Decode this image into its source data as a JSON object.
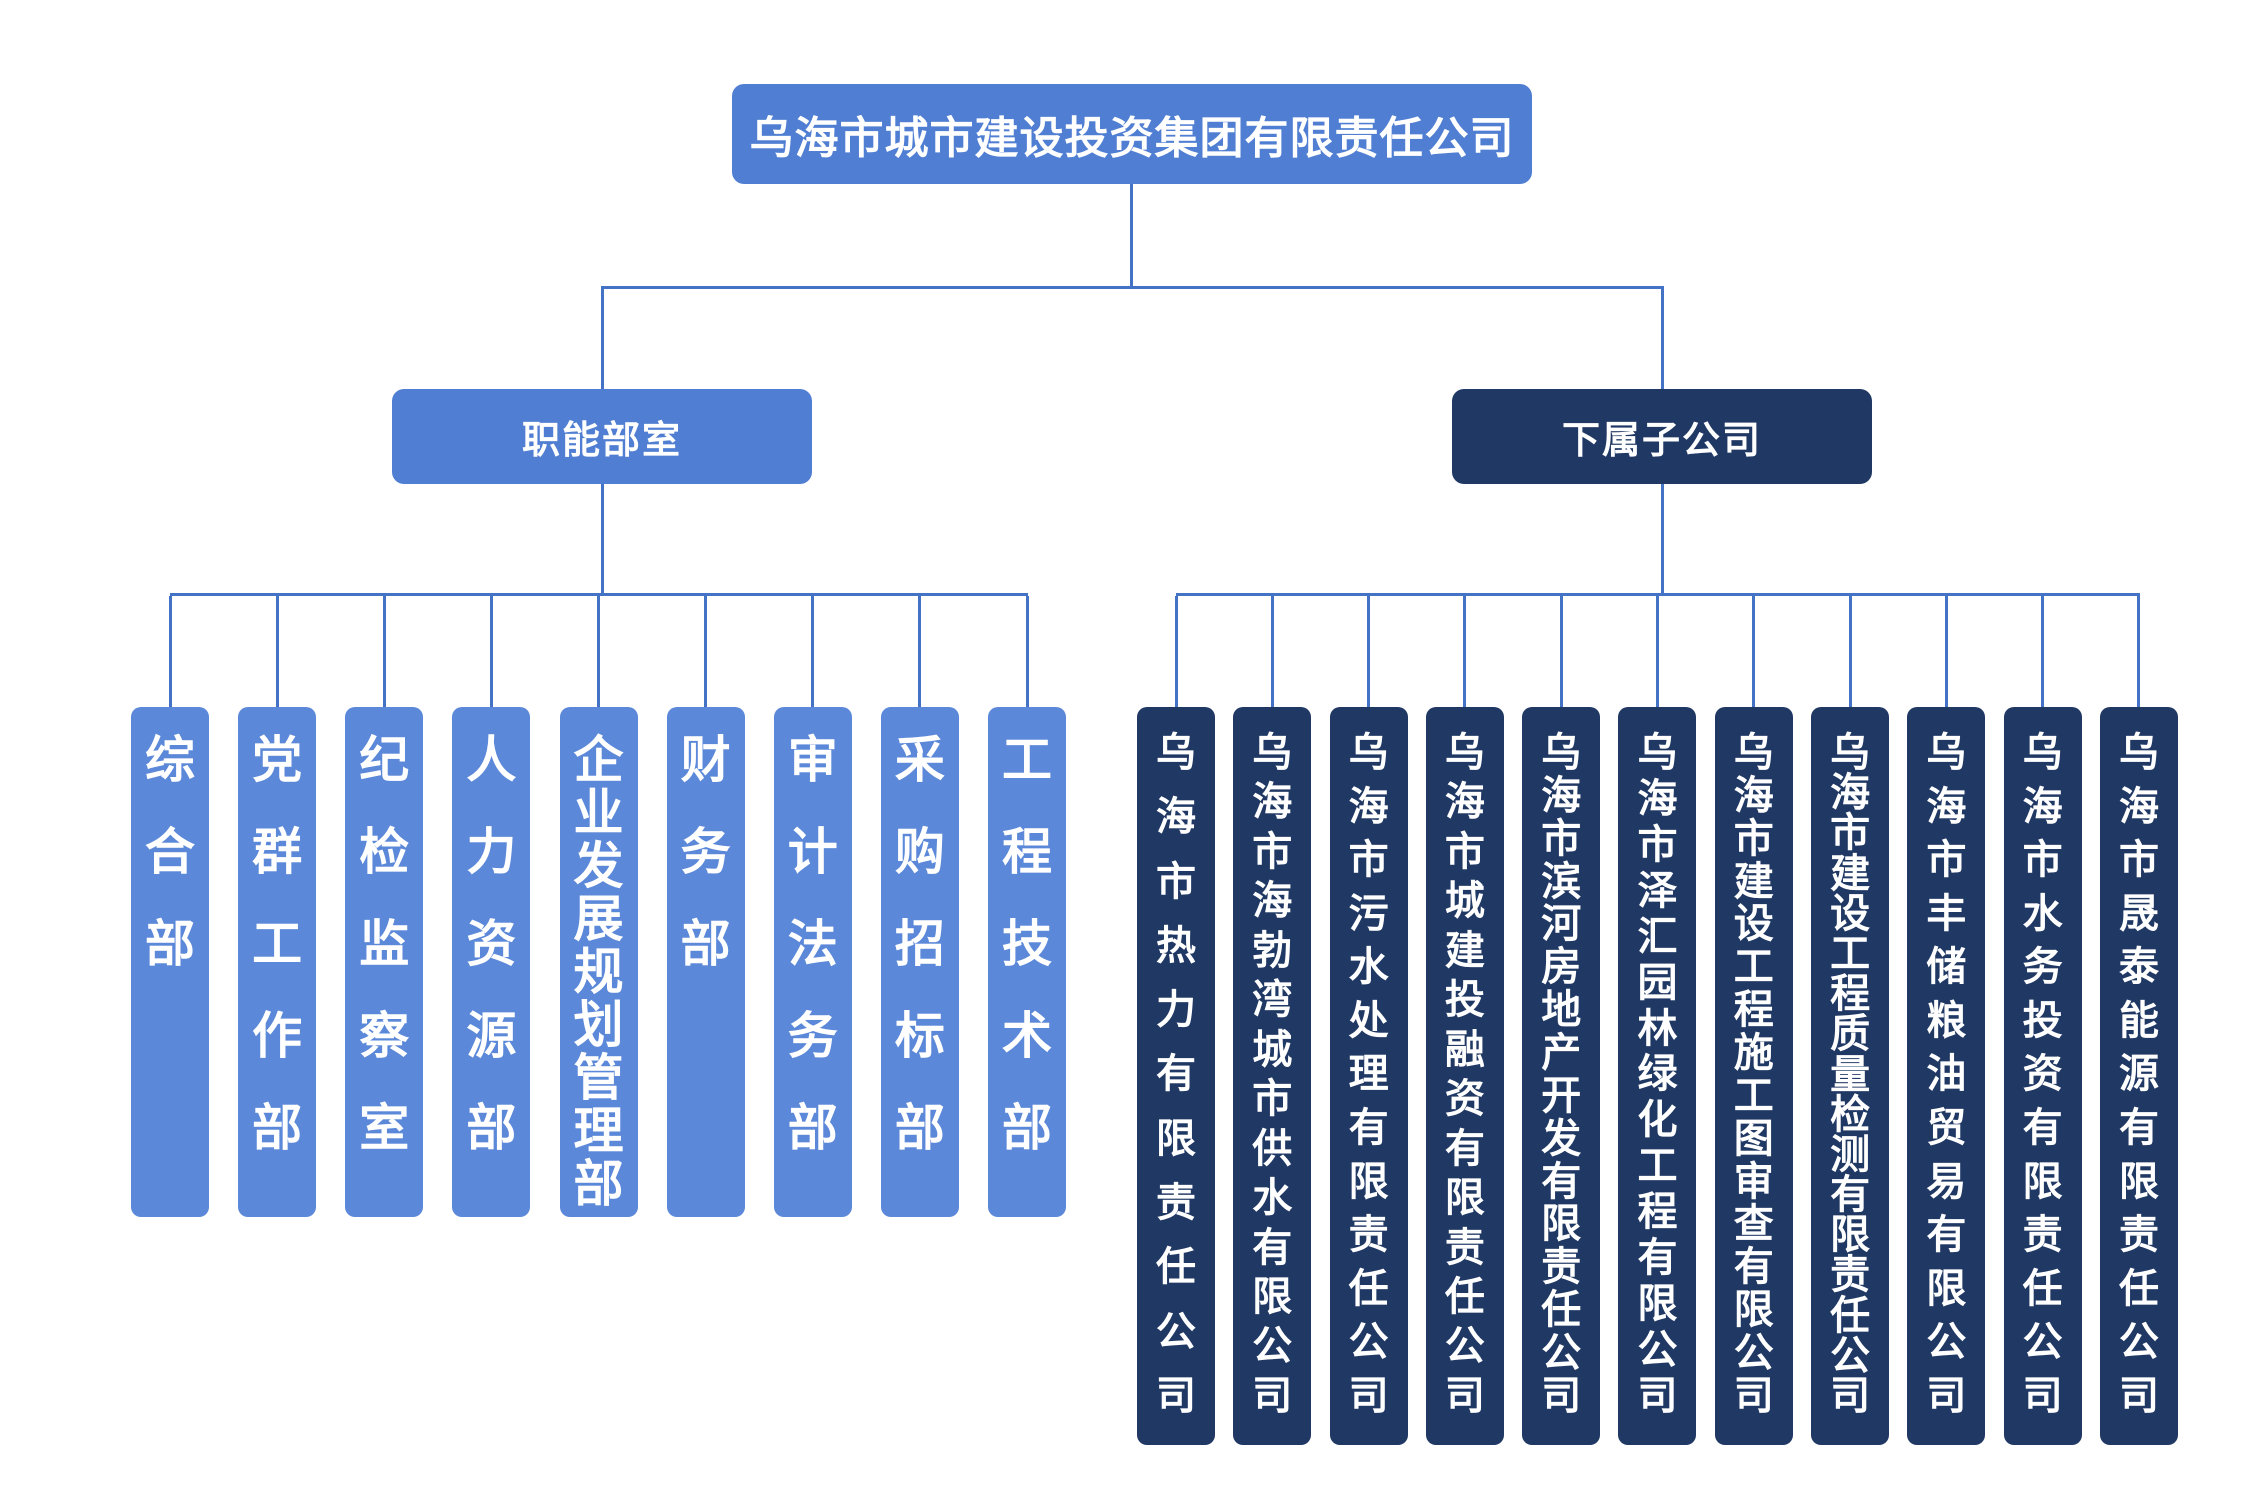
{
  "title": "乌海市城市建设投资集团有限责任公司",
  "departments": {
    "label": "职能部室",
    "items": [
      "综合部",
      "党群工作部",
      "纪检监察室",
      "人力资源部",
      "企业发展规划管理部",
      "财务部",
      "审计法务部",
      "采购招标部",
      "工程技术部"
    ]
  },
  "subsidiaries": {
    "label": "下属子公司",
    "items": [
      "乌海市热力有限责任公司",
      "乌海市海勃湾城市供水有限公司",
      "乌海市污水处理有限责任公司",
      "乌海市城建投融资有限责任公司",
      "乌海市滨河房地产开发有限责任公司",
      "乌海市泽汇园林绿化工程有限公司",
      "乌海市建设工程施工图审查有限公司",
      "乌海市建设工程质量检测有限责任公司",
      "乌海市丰储粮油贸易有限公司",
      "乌海市水务投资有限责任公司",
      "乌海市晟泰能源有限责任公司"
    ]
  },
  "colors": {
    "primary_blue": "#4f7ed2",
    "department_blue": "#5b88d8",
    "dark_navy": "#203864",
    "line_blue": "#4472c4",
    "text_white": "#ffffff"
  }
}
